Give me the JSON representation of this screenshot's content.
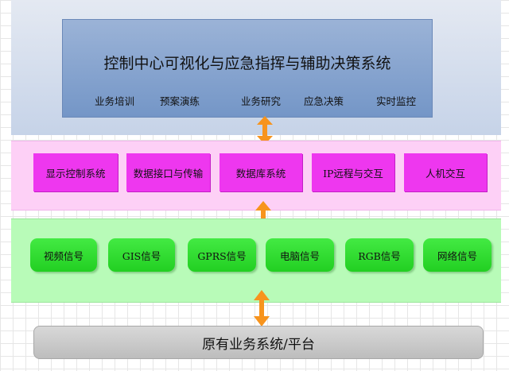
{
  "colors": {
    "platform": "#7f9ecb",
    "middle_layer": "#fdd0f6",
    "middle_box": "#ee37ef",
    "signal_layer": "#b8fbb8",
    "signal_box": "#2fdc2f",
    "base": "#c8c8c8",
    "arrow": "#f7941d"
  },
  "platform": {
    "title": "控制中心可视化与应急指挥与辅助决策系统",
    "functions": [
      "业务培训",
      "预案演练",
      "业务研究",
      "应急决策",
      "实时监控"
    ]
  },
  "middle": {
    "systems": [
      "显示控制系统",
      "数据接口与传输",
      "数据库系统",
      "IP远程与交互",
      "人机交互"
    ]
  },
  "signals": {
    "items": [
      "视频信号",
      "GIS信号",
      "GPRS信号",
      "电脑信号",
      "RGB信号",
      "网络信号"
    ]
  },
  "base": {
    "label": "原有业务系统/平台"
  }
}
